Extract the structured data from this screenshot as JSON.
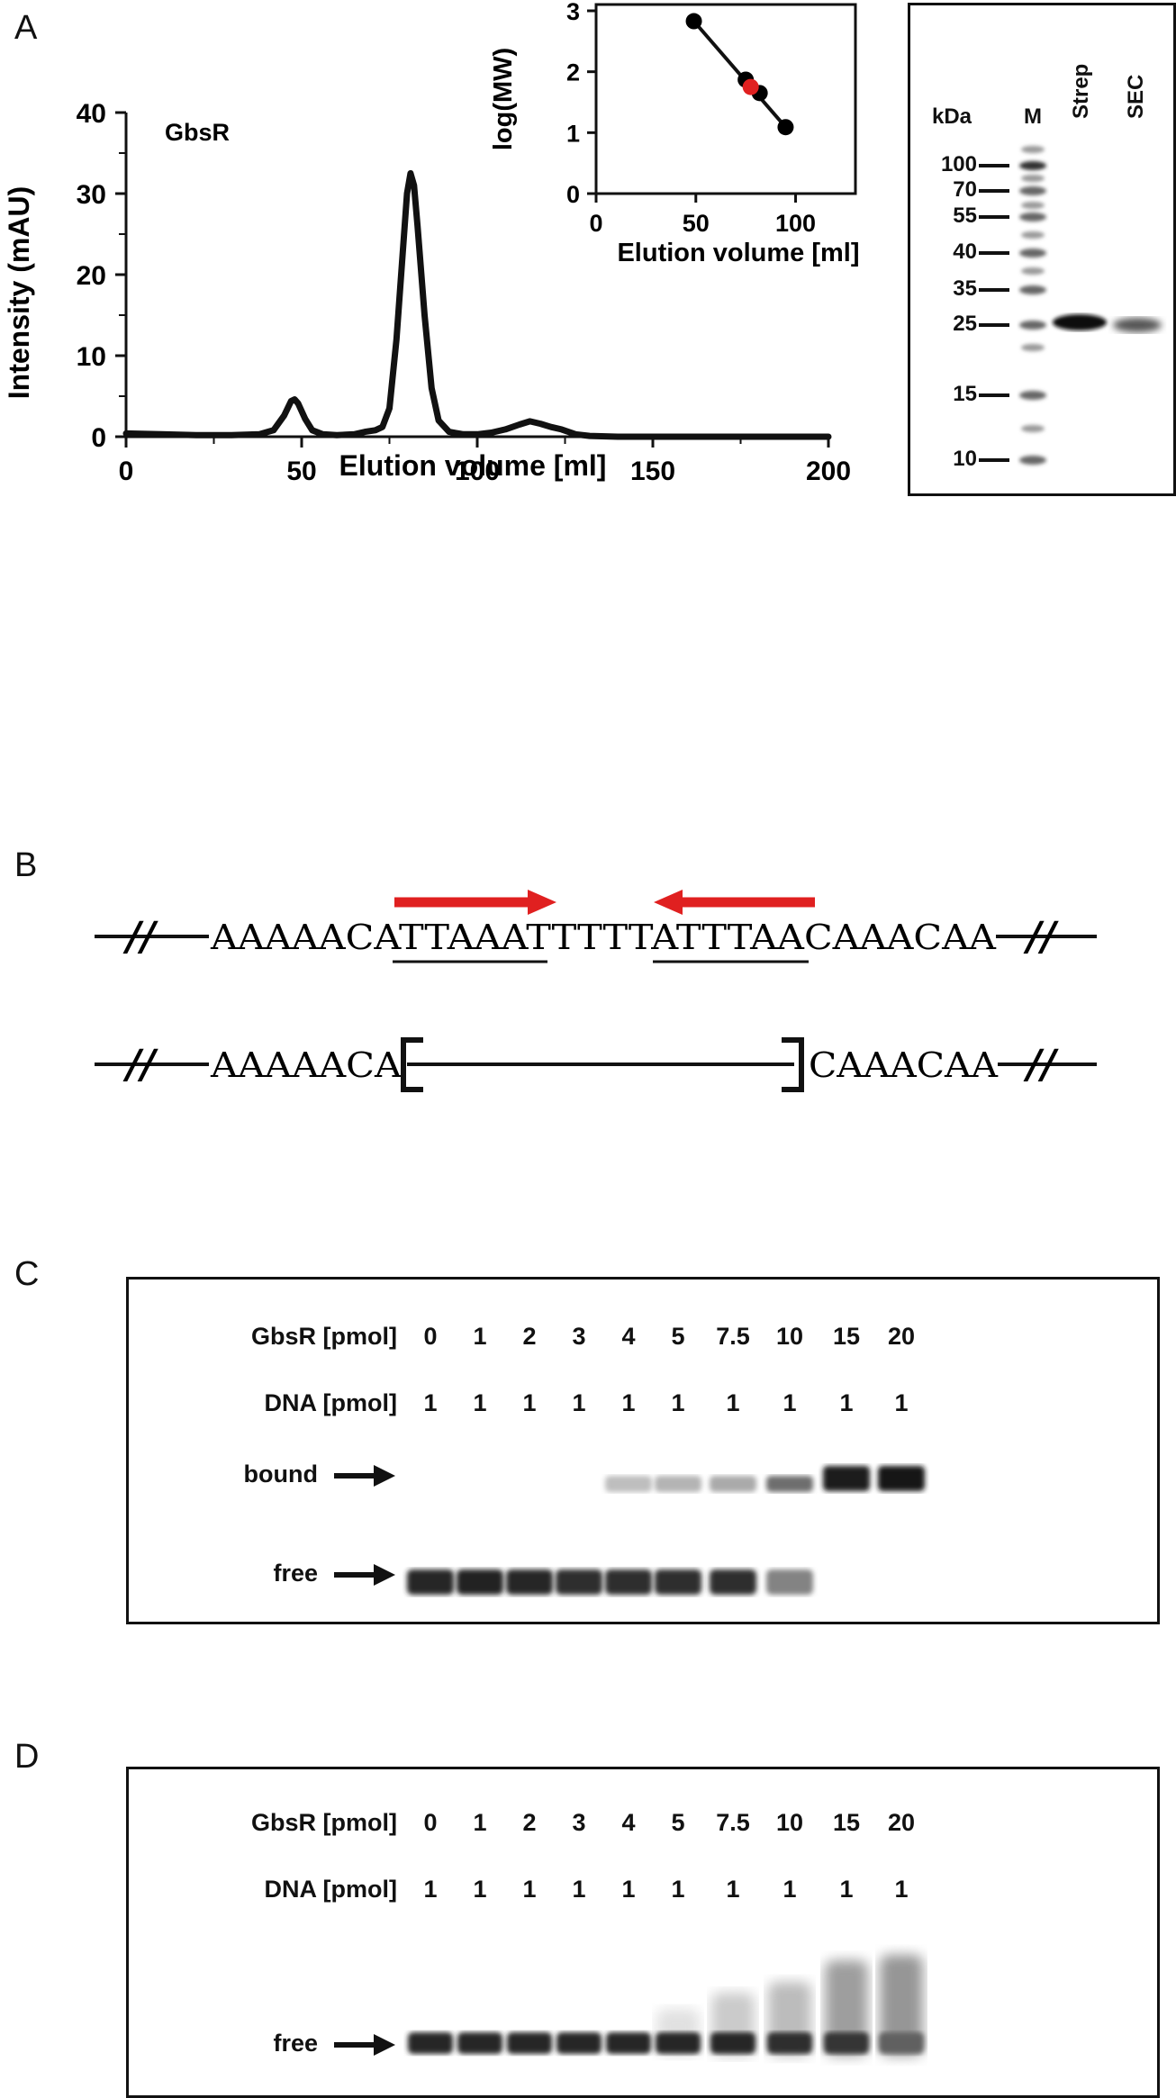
{
  "panels": {
    "A": {
      "letter": "A"
    },
    "B": {
      "letter": "B"
    },
    "C": {
      "letter": "C"
    },
    "D": {
      "letter": "D"
    }
  },
  "chart_data": [
    {
      "type": "line",
      "label": "GbsR",
      "xlabel": "Elution volume [ml]",
      "ylabel": "Intensity (mAU)",
      "xlim": [
        0,
        200
      ],
      "ylim": [
        0,
        40
      ],
      "xticks": [
        0,
        50,
        100,
        150,
        200
      ],
      "yticks": [
        0,
        10,
        20,
        30,
        40
      ],
      "x": [
        0,
        10,
        20,
        30,
        38,
        42,
        45,
        47,
        48,
        49,
        51,
        53,
        56,
        60,
        65,
        68,
        71,
        73,
        75,
        77,
        79,
        80,
        81,
        82,
        83,
        85,
        87,
        89,
        92,
        96,
        100,
        104,
        108,
        112,
        115,
        118,
        121,
        124,
        128,
        132,
        140,
        160,
        180,
        200
      ],
      "values": [
        0.4,
        0.3,
        0.2,
        0.2,
        0.3,
        0.8,
        2.6,
        4.4,
        4.6,
        4.1,
        2.2,
        0.8,
        0.3,
        0.2,
        0.3,
        0.6,
        0.8,
        1.2,
        3.5,
        12,
        24,
        30,
        32.5,
        31,
        26,
        15,
        6,
        2,
        0.6,
        0.3,
        0.3,
        0.5,
        0.9,
        1.5,
        1.9,
        1.6,
        1.2,
        0.9,
        0.3,
        0.1,
        0,
        0,
        0,
        0
      ]
    },
    {
      "type": "scatter",
      "xlabel": "Elution volume [ml]",
      "ylabel": "log(MW)",
      "xlim": [
        0,
        130
      ],
      "ylim": [
        0,
        3
      ],
      "xticks": [
        0,
        50,
        100
      ],
      "yticks": [
        0,
        1,
        2,
        3
      ],
      "points": [
        {
          "x": 49,
          "y": 2.83,
          "color": "#000000"
        },
        {
          "x": 75,
          "y": 1.87,
          "color": "#000000"
        },
        {
          "x": 82,
          "y": 1.65,
          "color": "#000000"
        },
        {
          "x": 95,
          "y": 1.09,
          "color": "#000000"
        },
        {
          "x": 77.5,
          "y": 1.75,
          "color": "#e02020"
        }
      ],
      "fit_line": {
        "x": [
          49,
          95
        ],
        "y": [
          2.83,
          1.09
        ]
      }
    }
  ],
  "sds_gel": {
    "unit": "kDa",
    "lane_labels": [
      "M",
      "Strep",
      "SEC"
    ],
    "markers": [
      "100",
      "70",
      "55",
      "40",
      "35",
      "25",
      "15",
      "10"
    ]
  },
  "sequence": {
    "top_left_flank": "AAAAACA",
    "top_left_repeat": "TTAAAT",
    "top_spacer": "TTTT",
    "top_right_repeat": "ATTTAA",
    "top_right_flank": "CAAACAA",
    "deleted_left_flank": "AAAAACA",
    "deleted_right_flank": "CAAACAA",
    "break_symbol": "//",
    "arrow_color": "#e02020"
  },
  "emsa_c": {
    "row1_label": "GbsR [pmol]",
    "row2_label": "DNA [pmol]",
    "gbsr": [
      "0",
      "1",
      "2",
      "3",
      "4",
      "5",
      "7.5",
      "10",
      "15",
      "20"
    ],
    "dna": [
      "1",
      "1",
      "1",
      "1",
      "1",
      "1",
      "1",
      "1",
      "1",
      "1"
    ],
    "bound_label": "bound",
    "free_label": "free",
    "bound_intensity": [
      0,
      0,
      0,
      0,
      0.15,
      0.2,
      0.25,
      0.55,
      0.95,
      1.0
    ],
    "free_intensity": [
      0.9,
      0.92,
      0.9,
      0.85,
      0.85,
      0.85,
      0.85,
      0.35,
      0,
      0
    ]
  },
  "emsa_d": {
    "row1_label": "GbsR [pmol]",
    "row2_label": "DNA [pmol]",
    "gbsr": [
      "0",
      "1",
      "2",
      "3",
      "4",
      "5",
      "7.5",
      "10",
      "15",
      "20"
    ],
    "dna": [
      "1",
      "1",
      "1",
      "1",
      "1",
      "1",
      "1",
      "1",
      "1",
      "1"
    ],
    "free_label": "free",
    "free_intensity": [
      0.9,
      0.9,
      0.88,
      0.88,
      0.88,
      0.88,
      0.88,
      0.85,
      0.8,
      0.55
    ],
    "smear_intensity": [
      0,
      0,
      0,
      0,
      0,
      0.1,
      0.25,
      0.35,
      0.55,
      0.6
    ]
  }
}
